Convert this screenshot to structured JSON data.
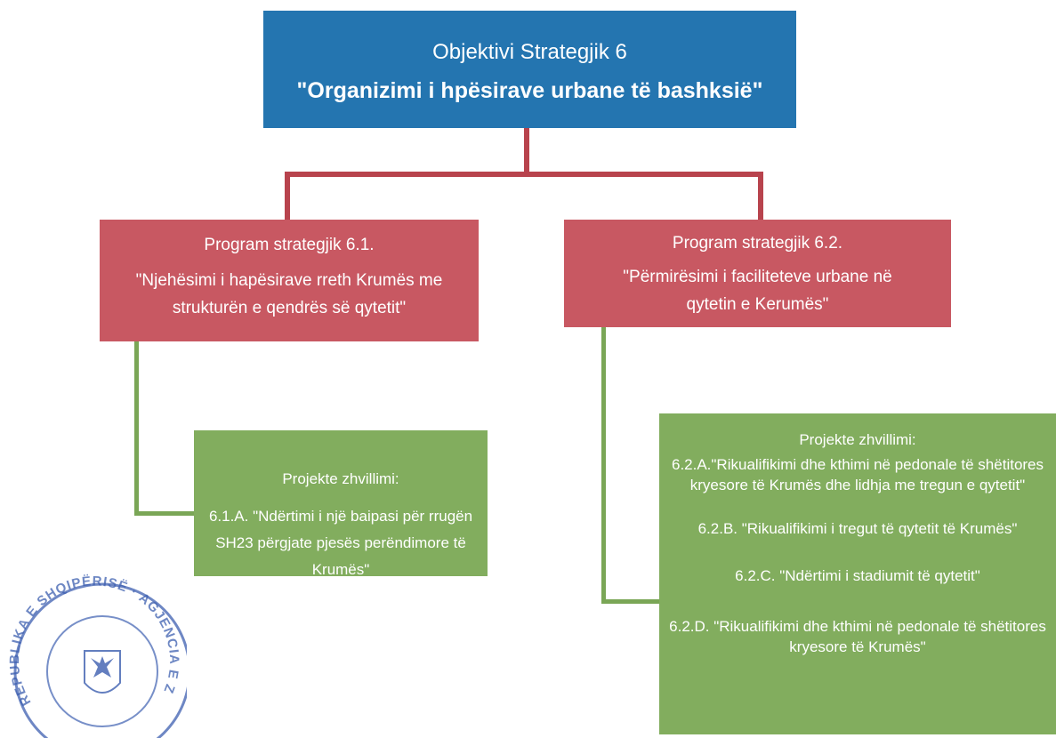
{
  "objective": {
    "line1": "Objektivi Strategjik 6",
    "line2": "\"Organizimi i hpësirave urbane të bashksië\""
  },
  "programs": [
    {
      "title": "Program strategjik 6.1.",
      "desc": "\"Njehësimi i hapësirave rreth Krumës me strukturën e qendrës së qytetit\""
    },
    {
      "title": "Program strategjik 6.2.",
      "desc": "\"Përmirësimi i faciliteteve urbane në qytetin e Kerumës\""
    }
  ],
  "projects_1": {
    "heading": "Projekte zhvillimi:",
    "items": [
      "6.1.A. \"Ndërtimi i një baipasi për rrugën SH23 përgjate pjesës perëndimore të Krumës\""
    ]
  },
  "projects_2": {
    "heading": "Projekte zhvillimi:",
    "items": [
      "6.2.A.\"Rikualifikimi dhe kthimi në pedonale të shëtitores kryesore të Krumës dhe lidhja me tregun e qytetit\"",
      "6.2.B. \"Rikualifikimi i tregut të qytetit të Krumës\"",
      "6.2.C. \"Ndërtimi i stadiumit të qytetit\"",
      "6.2.D. \"Rikualifikimi dhe kthimi në pedonale të shëtitores kryesore të Krumës\""
    ]
  },
  "stamp": {
    "text": "REPUBLIKA E SHQIPËRISË · AGJENCIA E ZHVILLIMIT TË TERRITORIT · NË TIRANË"
  },
  "colors": {
    "objective": "#2475b0",
    "program": "#c85862",
    "project": "#82ad5e",
    "connector_red": "#b8434d",
    "connector_green": "#7aa656"
  }
}
